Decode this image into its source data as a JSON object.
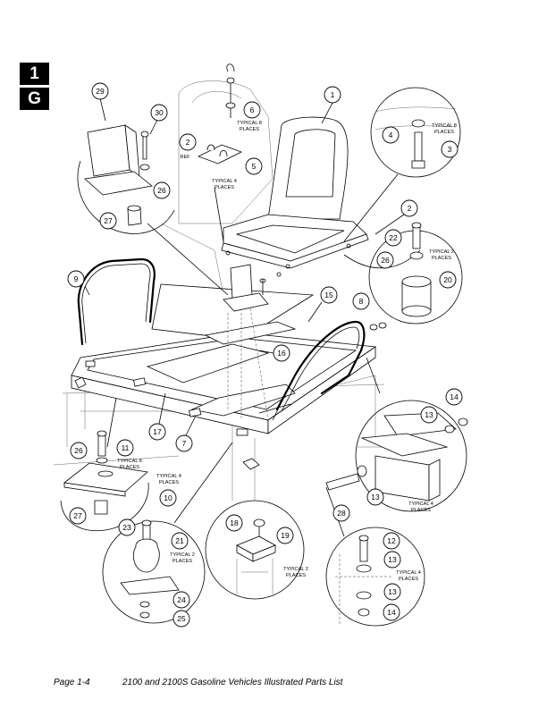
{
  "section": {
    "number": "1",
    "letter": "G"
  },
  "footer": {
    "page": "Page 1-4",
    "title": "2100 and 2100S Gasoline Vehicles Illustrated Parts List"
  },
  "notes": {
    "typ8_a_l1": "TYPICAL 8",
    "typ8_a_l2": "PLACES",
    "typ4_a_l1": "TYPICAL 4",
    "typ4_a_l2": "PLACES",
    "ref": "REF",
    "typ8_b_l1": "TYPICAL 8",
    "typ8_b_l2": "PLACES",
    "typ2_a_l1": "TYPICAL 2",
    "typ2_a_l2": "PLACES",
    "typ8_c_l1": "TYPICAL 8",
    "typ8_c_l2": "PLACES",
    "typ4_b_l1": "TYPICAL 4",
    "typ4_b_l2": "PLACES",
    "typ4_c_l1": "TYPICAL 4",
    "typ4_c_l2": "PLACES",
    "typ2_b_l1": "TYPICAL 2",
    "typ2_b_l2": "PLACES",
    "typ2_c_l1": "TYPICAL 2",
    "typ2_c_l2": "PLACES",
    "typ4_d_l1": "TYPICAL 4",
    "typ4_d_l2": "PLACES"
  },
  "callouts": {
    "c1": "1",
    "c2a": "2",
    "c2b": "2",
    "c3": "3",
    "c4": "4",
    "c5": "5",
    "c6": "6",
    "c7": "7",
    "c8": "8",
    "c9": "9",
    "c10": "10",
    "c11": "11",
    "c12": "12",
    "c13a": "13",
    "c13b": "13",
    "c13c": "13",
    "c13d": "13",
    "c14a": "14",
    "c14b": "14",
    "c15": "15",
    "c16": "16",
    "c17": "17",
    "c18": "18",
    "c19": "19",
    "c20": "20",
    "c21": "21",
    "c22": "22",
    "c23": "23",
    "c24": "24",
    "c25": "25",
    "c26a": "26",
    "c26b": "26",
    "c26c": "26",
    "c27a": "27",
    "c27b": "27",
    "c28": "28",
    "c29": "29",
    "c30": "30"
  }
}
